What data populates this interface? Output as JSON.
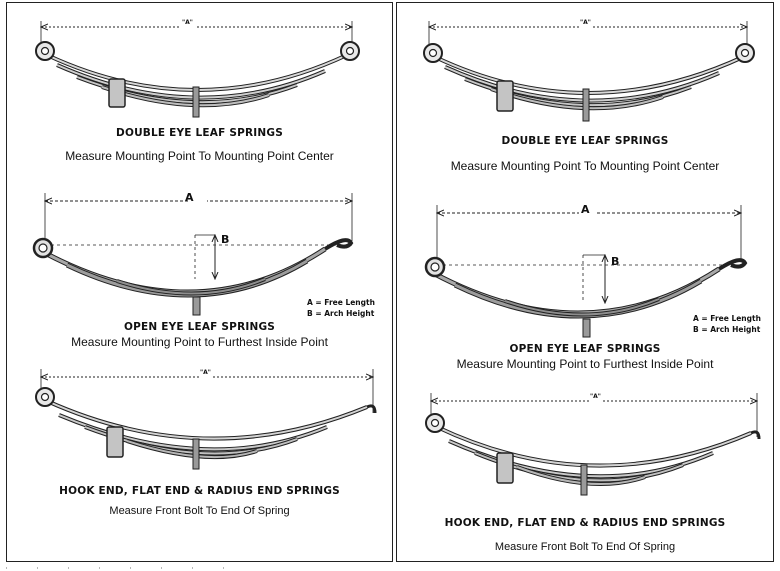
{
  "left": {
    "double_eye": {
      "dimension_label": "\"A\"",
      "title": "DOUBLE EYE LEAF SPRINGS",
      "caption": "Measure Mounting Point To Mounting Point Center"
    },
    "open_eye": {
      "dimension_a": "A",
      "dimension_b": "B",
      "legend_a": "A = Free Length",
      "legend_b": "B = Arch Height",
      "title": "OPEN EYE LEAF SPRINGS",
      "caption": "Measure Mounting Point to Furthest Inside Point"
    },
    "hook_end": {
      "dimension_label": "\"A\"",
      "title": "HOOK END,  FLAT END  &  RADIUS END SPRINGS",
      "caption": "Measure Front Bolt To End Of Spring"
    }
  },
  "right": {
    "double_eye": {
      "dimension_label": "\"A\"",
      "title": "DOUBLE EYE LEAF SPRINGS",
      "caption": "Measure Mounting Point To Mounting Point Center"
    },
    "open_eye": {
      "dimension_a": "A",
      "dimension_b": "B",
      "legend_a": "A = Free Length",
      "legend_b": "B = Arch Height",
      "title": "OPEN EYE LEAF SPRINGS",
      "caption": "Measure Mounting Point to Furthest Inside Point"
    },
    "hook_end": {
      "dimension_label": "\"A\"",
      "title": "HOOK END,  FLAT END  &  RADIUS END SPRINGS",
      "caption": "Measure Front Bolt To End Of Spring"
    }
  }
}
